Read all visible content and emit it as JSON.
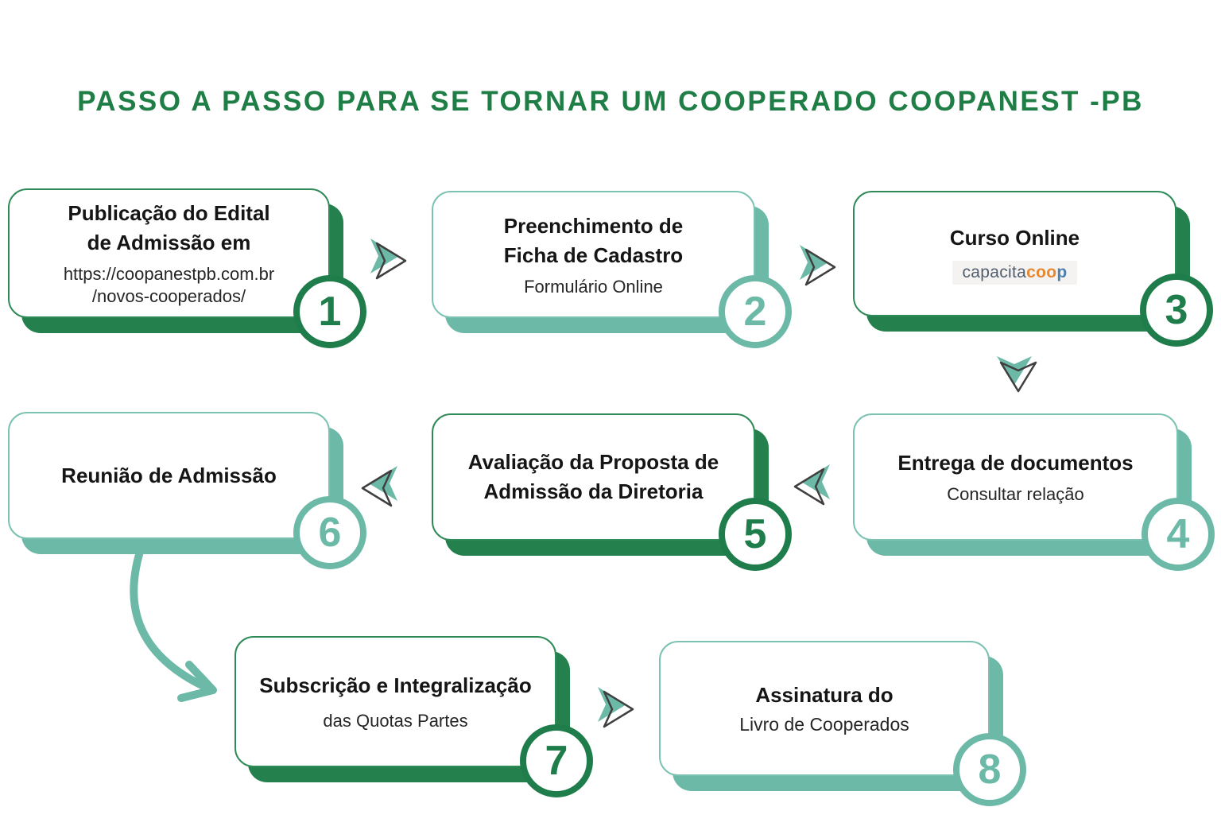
{
  "page": {
    "title": "PASSO A PASSO PARA SE TORNAR UM COOPERADO COOPANEST -PB"
  },
  "colors": {
    "dark_green": "#1F7D4B",
    "teal": "#6CB9A8",
    "title_green": "#1E7E46",
    "arrow_outline": "#3F3F3F",
    "text_dark": "#151515",
    "logo_background": "#F4F3F1",
    "logo_capacita": "#515E6E",
    "logo_coo": "#E6882F",
    "logo_p": "#4C80AD"
  },
  "steps": [
    {
      "number": "1",
      "theme": "dark",
      "title_lines": [
        "Publicação do Edital",
        "de Admissão em"
      ],
      "sub_lines": [
        "https://coopanestpb.com.br",
        "/novos-cooperados/"
      ]
    },
    {
      "number": "2",
      "theme": "light",
      "title_lines": [
        "Preenchimento de",
        "Ficha de Cadastro"
      ],
      "sub_lines": [
        "Formulário Online"
      ]
    },
    {
      "number": "3",
      "theme": "dark",
      "title_lines": [
        "Curso Online"
      ],
      "logo": {
        "part1": "capacita",
        "part2": "coo",
        "part3": "p"
      }
    },
    {
      "number": "4",
      "theme": "light",
      "title_lines": [
        "Entrega de documentos"
      ],
      "sub_lines": [
        "Consultar relação"
      ]
    },
    {
      "number": "5",
      "theme": "dark",
      "title_lines": [
        "Avaliação da Proposta de",
        "Admissão da Diretoria"
      ],
      "sub_lines": []
    },
    {
      "number": "6",
      "theme": "light",
      "title_lines": [
        "Reunião de Admissão"
      ],
      "sub_lines": []
    },
    {
      "number": "7",
      "theme": "dark",
      "title_lines": [
        "Subscrição e Integralização"
      ],
      "sub_lines": [
        "das Quotas Partes"
      ]
    },
    {
      "number": "8",
      "theme": "light",
      "title_lines": [
        "Assinatura do"
      ],
      "sub_lines": [
        "Livro de Cooperados"
      ]
    }
  ],
  "arrows": [
    {
      "from": "1",
      "to": "2",
      "direction": "right"
    },
    {
      "from": "2",
      "to": "3",
      "direction": "right"
    },
    {
      "from": "3",
      "to": "4",
      "direction": "down"
    },
    {
      "from": "4",
      "to": "5",
      "direction": "left"
    },
    {
      "from": "5",
      "to": "6",
      "direction": "left"
    },
    {
      "from": "6",
      "to": "7",
      "direction": "curved-down"
    },
    {
      "from": "7",
      "to": "8",
      "direction": "right"
    }
  ]
}
